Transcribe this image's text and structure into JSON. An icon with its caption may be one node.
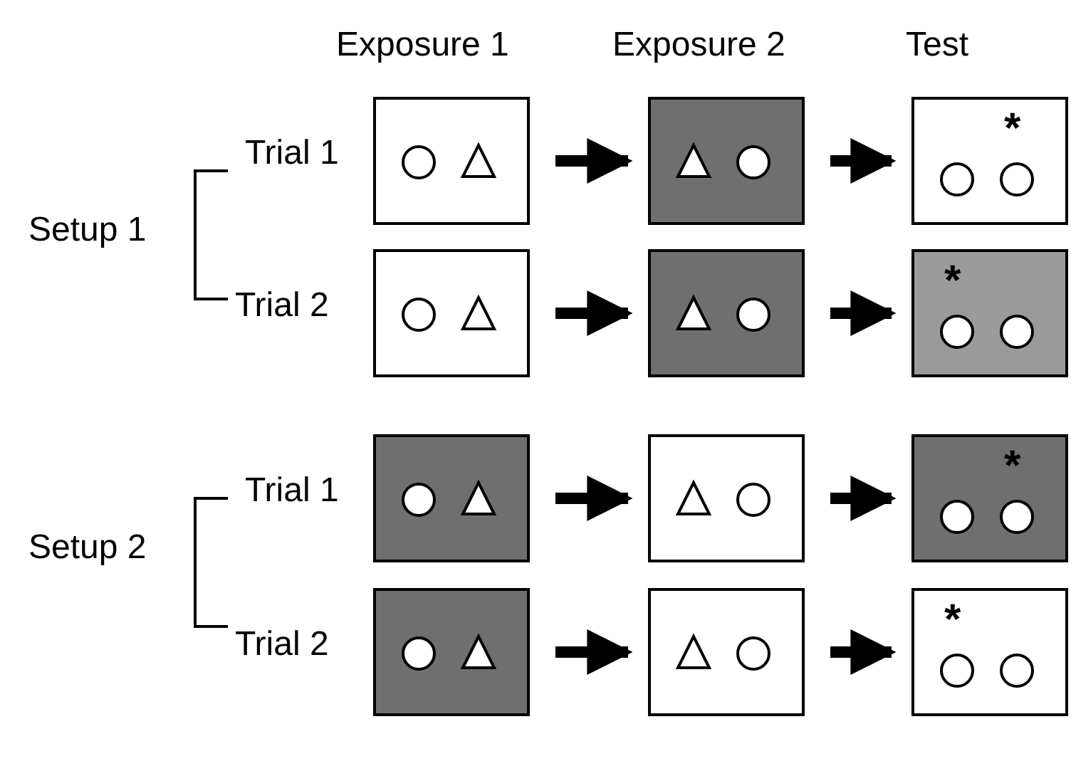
{
  "diagram": {
    "nodes": [
      {
        "text": [],
        "shape": "box"
      },
      {
        "text": [],
        "shape": "box"
      },
      {
        "text": [
          "*"
        ]
      },
      {
        "text": [],
        "shape": "box"
      },
      {
        "text": [],
        "shape": "box"
      },
      {
        "text": [
          "*"
        ]
      },
      {
        "text": [],
        "shape": "box"
      },
      {
        "text": [],
        "shape": "box"
      },
      {
        "text": [
          "*"
        ]
      },
      {
        "text": [],
        "shape": "box"
      },
      {
        "text": [],
        "shape": "box"
      },
      {
        "text": [
          "*"
        ]
      }
    ],
    "edges": [
      {
        "from": 0,
        "to": 1,
        "arrow": "to"
      },
      {
        "from": 1,
        "to": 2,
        "arrow": "to"
      },
      {
        "from": 3,
        "to": 4,
        "arrow": "to"
      },
      {
        "from": 4,
        "to": 5,
        "arrow": "to"
      },
      {
        "from": 6,
        "to": 7,
        "arrow": "to"
      },
      {
        "from": 7,
        "to": 8,
        "arrow": "to"
      },
      {
        "from": 9,
        "to": 10,
        "arrow": "to"
      },
      {
        "from": 10,
        "to": 11,
        "arrow": "to"
      }
    ],
    "labels": [
      "Exposure 1",
      "Exposure 2",
      "Test",
      "Trial 1",
      "Setup 1",
      "Trial 2",
      "Trial 1",
      "Setup 2",
      "Trial 2"
    ]
  }
}
